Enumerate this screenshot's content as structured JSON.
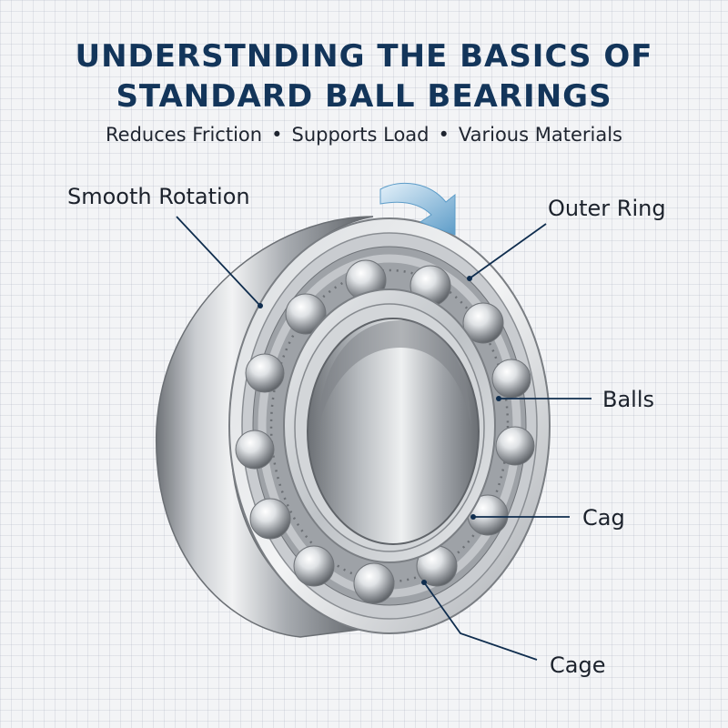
{
  "title": {
    "line1": "UNDERSTNDING THE BASICS OF",
    "line2": "STANDARD BALL BEARINGS"
  },
  "subtitle": {
    "items": [
      "Reduces Friction",
      "Supports Load",
      "Various Materials"
    ],
    "separator": "•"
  },
  "labels": {
    "smooth_rotation": "Smooth Rotation",
    "outer_ring": "Outer Ring",
    "balls": "Balls",
    "cag": "Cag",
    "cage": "Cage"
  },
  "colors": {
    "title": "#13355a",
    "leader_line": "#0f2d4e",
    "arrow": "#7fb3d5",
    "steel_dark": "#5f6368",
    "steel_light": "#eef0f2"
  },
  "icons": {
    "rotation_arrow": "curved-arrow-icon"
  }
}
